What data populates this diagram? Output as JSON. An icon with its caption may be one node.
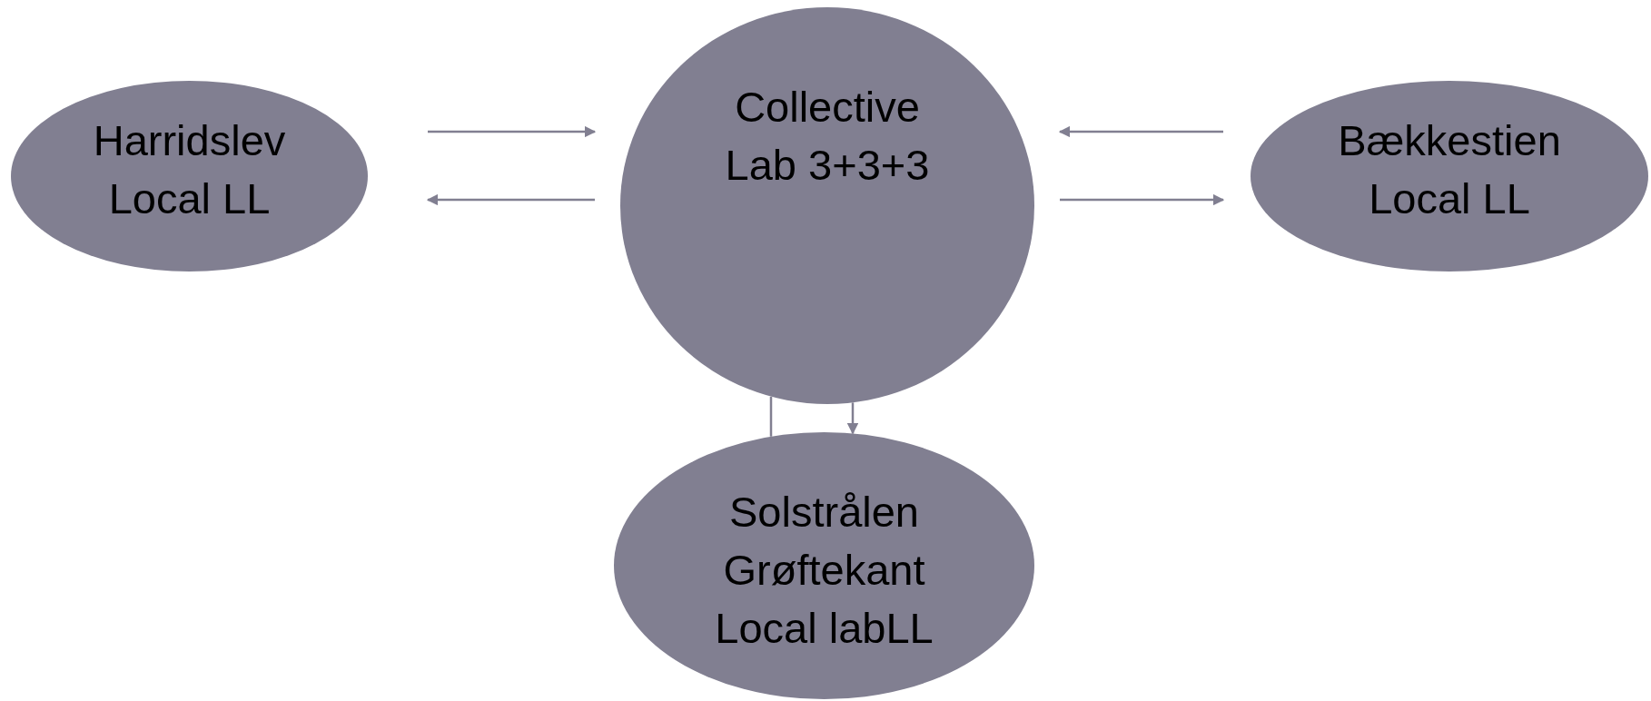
{
  "diagram": {
    "nodes": [
      {
        "text": [
          "Harridslev Local LL"
        ]
      },
      {
        "text": [
          "Collective Lab 3+3+3"
        ]
      },
      {
        "text": [
          "Bækkestien Local LL"
        ]
      },
      {
        "text": [
          "Solstrålen Grøftekant Local labLL"
        ]
      }
    ],
    "edges": [
      {
        "from": 0,
        "to": 1,
        "arrow": "to"
      },
      {
        "from": 1,
        "to": 0,
        "arrow": "to"
      },
      {
        "from": 2,
        "to": 1,
        "arrow": "to"
      },
      {
        "from": 1,
        "to": 2,
        "arrow": "to"
      },
      {
        "from": 3,
        "to": 1,
        "arrow": "none"
      },
      {
        "from": 1,
        "to": 3,
        "arrow": "to"
      }
    ]
  }
}
